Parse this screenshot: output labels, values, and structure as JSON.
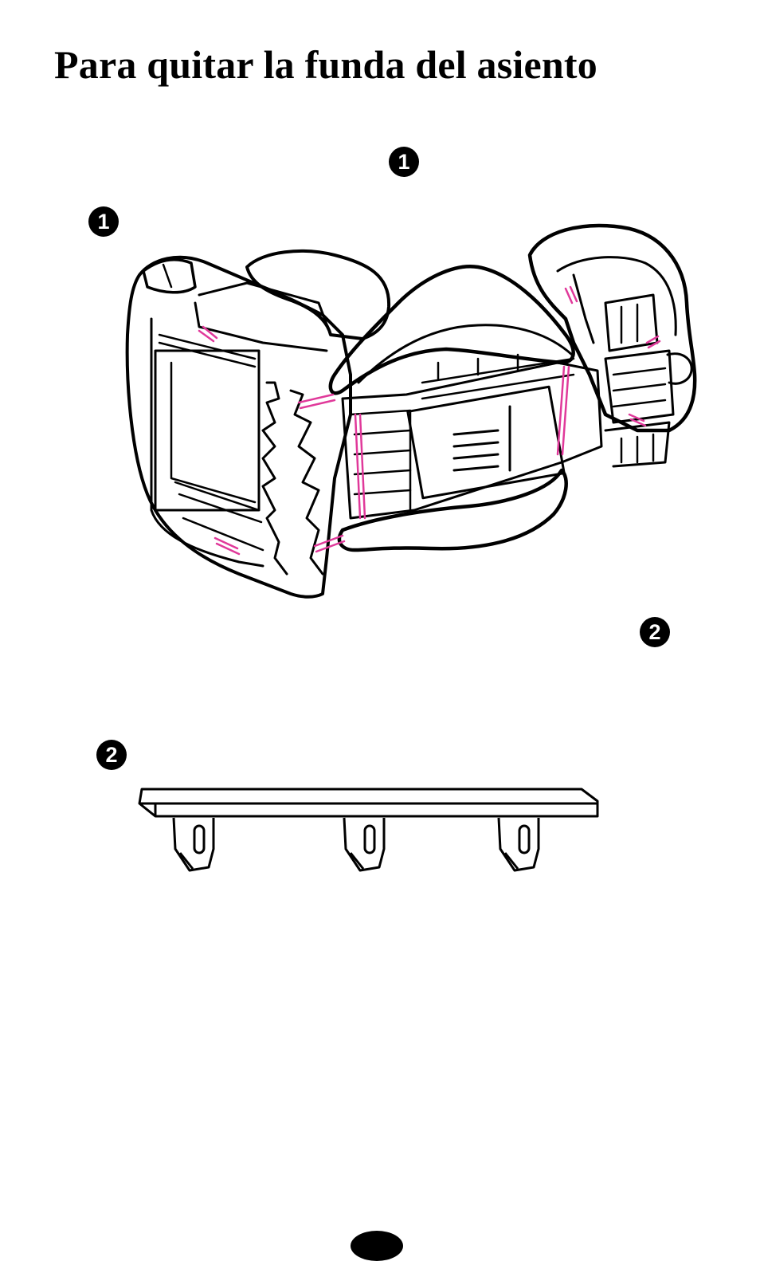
{
  "page": {
    "title": "Para quitar la funda del asiento"
  },
  "callouts": {
    "step1_top": "1",
    "step1_left": "1",
    "step2_right": "2",
    "step2_left": "2"
  },
  "illustrations": {
    "seat_icon": "car-seat-underside-drawing",
    "strap_icon": "plastic-clip-strip-drawing"
  },
  "colors": {
    "line": "#000000",
    "highlight": "#e0399a",
    "background": "#ffffff"
  }
}
